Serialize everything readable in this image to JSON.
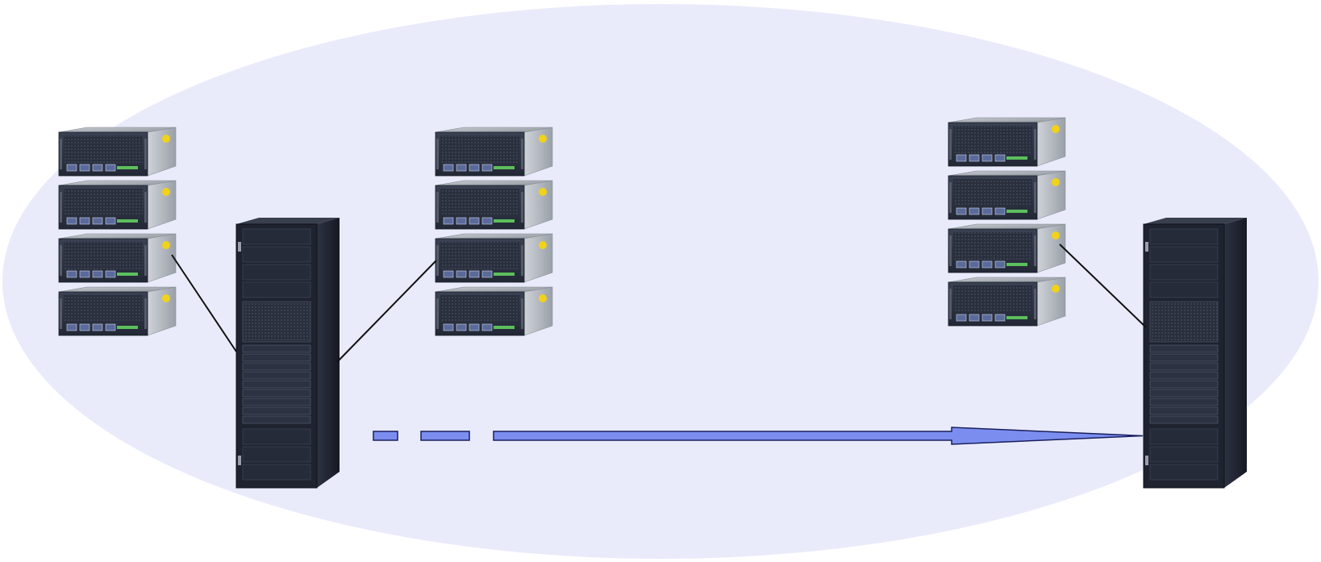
{
  "diagram": {
    "background_ellipse_color": "#e9ebfb",
    "unit_stacks": [
      {
        "name": "server-stack-1",
        "units": 4
      },
      {
        "name": "server-stack-2",
        "units": 4
      },
      {
        "name": "server-stack-3",
        "units": 4
      }
    ],
    "racks": [
      {
        "name": "rack-1"
      },
      {
        "name": "rack-2"
      }
    ],
    "connections": [
      {
        "from": "server-stack-1",
        "to": "rack-1"
      },
      {
        "from": "rack-1",
        "to": "server-stack-2"
      },
      {
        "from": "server-stack-3",
        "to": "rack-2"
      }
    ],
    "arrow": {
      "from": "rack-1",
      "to": "rack-2",
      "style": "dashed-then-solid",
      "fill": "#7b8ef0",
      "stroke": "#1a1f5c"
    },
    "colors": {
      "unit_face": "#2b3141",
      "unit_top": "#9aa0a8",
      "unit_side": "#b9bec6",
      "unit_badge": "#f0d21a",
      "rack_body": "#1f2330",
      "line": "#111111"
    }
  }
}
